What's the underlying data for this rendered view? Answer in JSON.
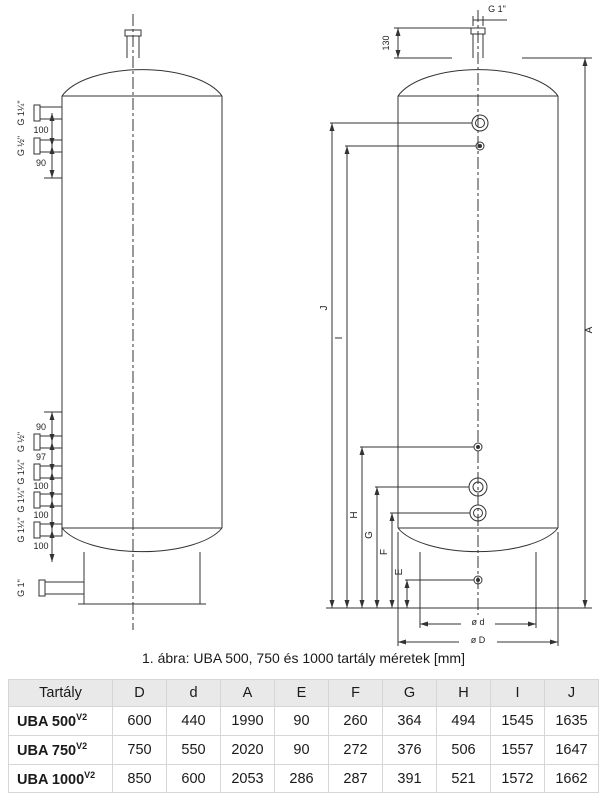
{
  "figure": {
    "caption": "1. ábra: UBA 500, 750 és 1000 tartály méretek [mm]",
    "left_tank": {
      "port_labels": [
        "G 1¼\"",
        "G ½\"",
        "G ½\"",
        "G 1¼\"",
        "G 1¼\"",
        "G 1¼\"",
        "G 1\""
      ],
      "dim_values": [
        "100",
        "90",
        "90",
        "97",
        "100",
        "100",
        "100"
      ]
    },
    "right_tank": {
      "nozzle_label": "G 1\"",
      "nozzle_dim": "130",
      "height_dim_labels": [
        "A",
        "J",
        "I",
        "H",
        "G",
        "F",
        "E"
      ],
      "diameter_dim_labels": [
        "ø d",
        "ø D"
      ]
    }
  },
  "table": {
    "headers": [
      "Tartály",
      "D",
      "d",
      "A",
      "E",
      "F",
      "G",
      "H",
      "I",
      "J"
    ],
    "rows": [
      {
        "name": "UBA 500",
        "sup": "V2",
        "cells": [
          "600",
          "440",
          "1990",
          "90",
          "260",
          "364",
          "494",
          "1545",
          "1635"
        ]
      },
      {
        "name": "UBA 750",
        "sup": "V2",
        "cells": [
          "750",
          "550",
          "2020",
          "90",
          "272",
          "376",
          "506",
          "1557",
          "1647"
        ]
      },
      {
        "name": "UBA 1000",
        "sup": "V2",
        "cells": [
          "850",
          "600",
          "2053",
          "286",
          "287",
          "391",
          "521",
          "1572",
          "1662"
        ]
      }
    ]
  }
}
